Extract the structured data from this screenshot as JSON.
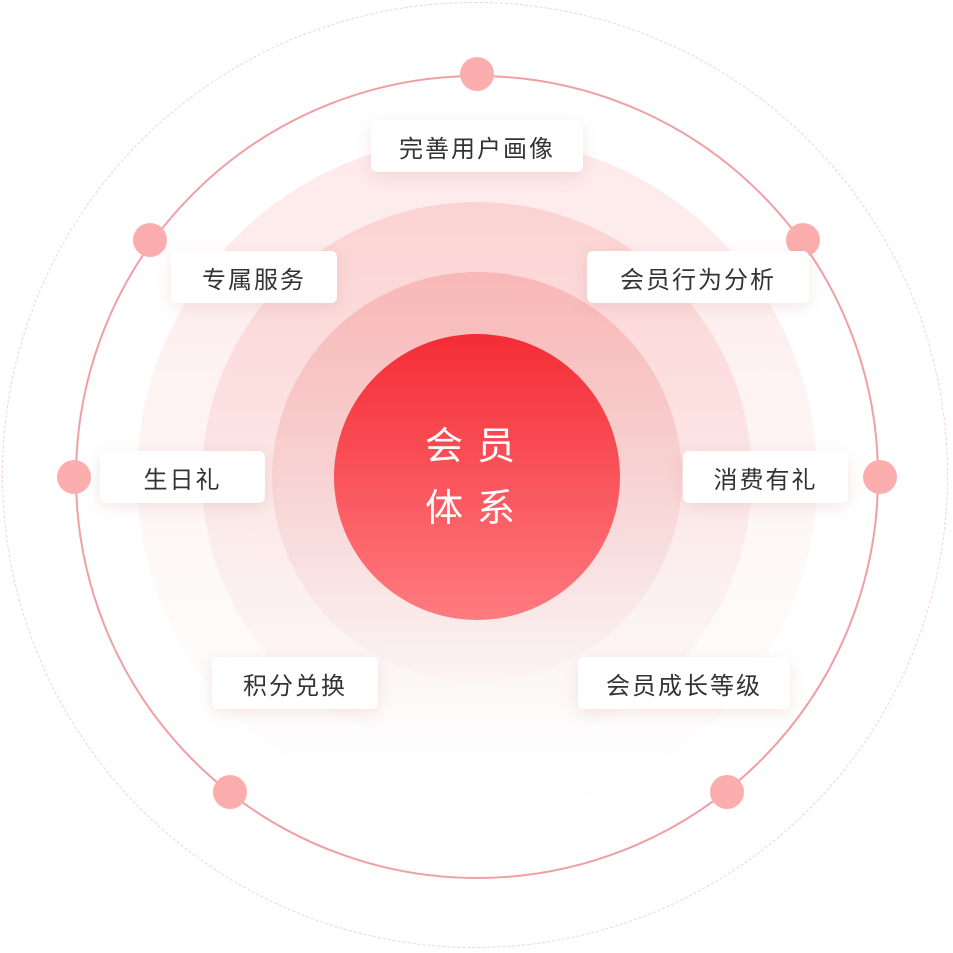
{
  "center": {
    "line1": "会员",
    "line2": "体系"
  },
  "items": [
    {
      "label": "完善用户画像"
    },
    {
      "label": "专属服务"
    },
    {
      "label": "会员行为分析"
    },
    {
      "label": "生日礼"
    },
    {
      "label": "消费有礼"
    },
    {
      "label": "积分兑换"
    },
    {
      "label": "会员成长等级"
    }
  ],
  "colors": {
    "core_top": "#f42c36",
    "core_bottom": "#ff7b80",
    "ring": "#f0a0a4",
    "dot": "#fcaeae"
  }
}
